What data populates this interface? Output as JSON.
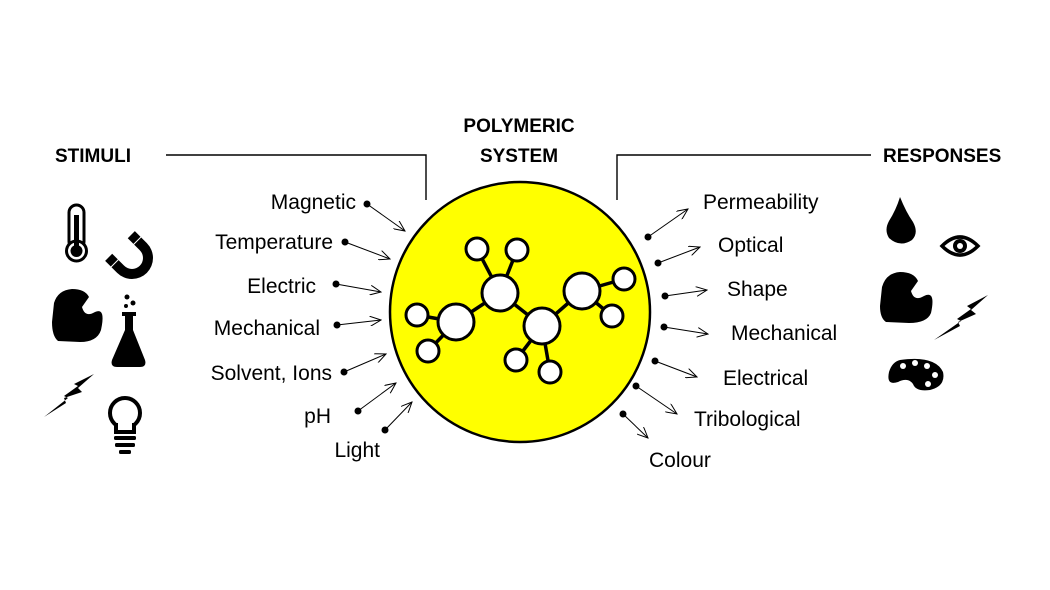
{
  "headers": {
    "stimuli": "STIMULI",
    "system_line1": "POLYMERIC",
    "system_line2": "SYSTEM",
    "responses": "RESPONSES"
  },
  "stimuli": [
    "Magnetic",
    "Temperature",
    "Electric",
    "Mechanical",
    "Solvent, Ions",
    "pH",
    "Light"
  ],
  "responses": [
    "Permeability",
    "Optical",
    "Shape",
    "Mechanical",
    "Electrical",
    "Tribological",
    "Colour"
  ],
  "stimuli_icons": [
    "thermometer-icon",
    "magnet-icon",
    "flexed-arm-icon",
    "flask-icon",
    "lightning-icon",
    "light-bulb-icon"
  ],
  "response_icons": [
    "drop-icon",
    "eye-icon",
    "flexed-arm-icon",
    "lightning-icon",
    "palette-icon"
  ],
  "colors": {
    "system_fill": "#ffff00",
    "ink": "#000000"
  }
}
